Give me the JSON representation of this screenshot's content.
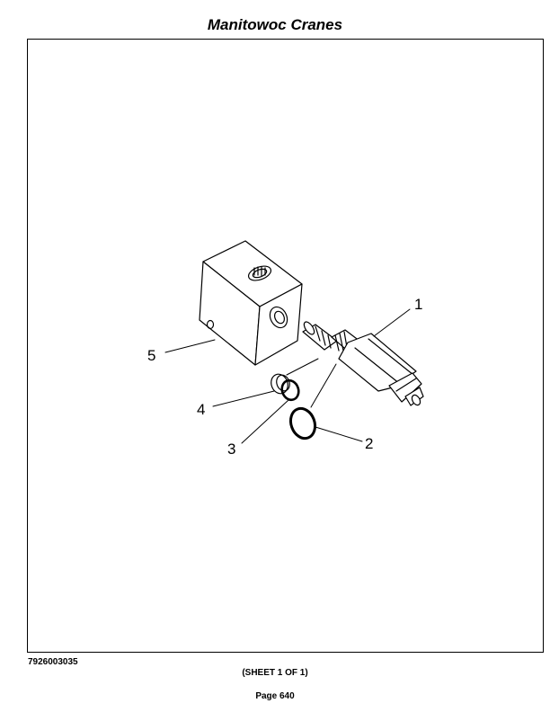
{
  "header": {
    "title": "Manitowoc Cranes"
  },
  "diagram": {
    "callouts": [
      {
        "id": "1",
        "label": "1"
      },
      {
        "id": "2",
        "label": "2"
      },
      {
        "id": "3",
        "label": "3"
      },
      {
        "id": "4",
        "label": "4"
      },
      {
        "id": "5",
        "label": "5"
      }
    ]
  },
  "footer": {
    "doc_number": "7926003035",
    "sheet": "(SHEET 1 OF 1)",
    "page": "Page 640"
  }
}
